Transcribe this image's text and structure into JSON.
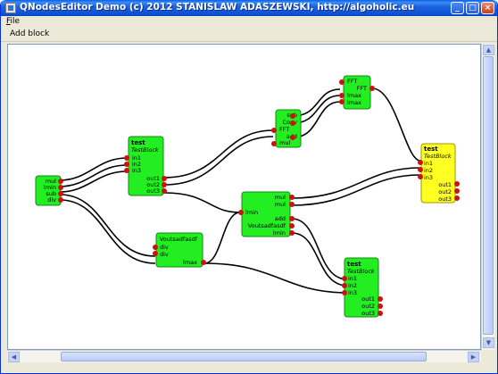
{
  "window": {
    "title": "QNodesEditor Demo (c) 2012 STANISLAW ADASZEWSKI, http://algoholic.eu",
    "minimize_glyph": "_",
    "maximize_glyph": "□",
    "close_glyph": "×"
  },
  "menubar": {
    "file_label": "File"
  },
  "toolbar": {
    "add_block_label": "Add block"
  },
  "colors": {
    "node_green": "#22ee22",
    "node_yellow": "#ffff22",
    "port_red": "#cc1111",
    "wire": "#000000",
    "title_bar": "#0a5ee8"
  },
  "nodes": [
    {
      "id": "in-block",
      "color": "green",
      "ports_left": [],
      "ports_right": [
        "mul",
        "lmin",
        "sub",
        "div"
      ],
      "title": "",
      "subtitle": ""
    },
    {
      "id": "test-1",
      "color": "green",
      "title": "test",
      "subtitle": "TestBlock",
      "ports_left": [
        "in1",
        "in2",
        "in3"
      ],
      "ports_right": [
        "out1",
        "out2",
        "out3"
      ]
    },
    {
      "id": "sub-conv",
      "color": "green",
      "title": "",
      "subtitle": "",
      "ports_left": [
        "FFT",
        "mul"
      ],
      "ports_right": [
        "sub",
        "Conv",
        "add"
      ]
    },
    {
      "id": "fft-block",
      "color": "green",
      "title": "",
      "subtitle": "",
      "ports_left": [
        "FFT",
        "lmax",
        "lmax"
      ],
      "ports_right": [
        "FFT"
      ]
    },
    {
      "id": "test-yellow",
      "color": "yellow",
      "title": "test",
      "subtitle": "TestBlock",
      "ports_left": [
        "in1",
        "in2",
        "in3"
      ],
      "ports_right": [
        "out1",
        "out2",
        "out3"
      ]
    },
    {
      "id": "vout-block",
      "color": "green",
      "title": "",
      "subtitle": "",
      "ports_left": [
        "div",
        "div"
      ],
      "ports_right": [
        "Voutsadfasdf",
        "lmax"
      ]
    },
    {
      "id": "mid-block",
      "color": "green",
      "title": "",
      "subtitle": "",
      "ports_left": [
        "lmin"
      ],
      "ports_right": [
        "mul",
        "mul",
        "add",
        "Voutsadfasdf",
        "lmin"
      ]
    },
    {
      "id": "test-3",
      "color": "green",
      "title": "test",
      "subtitle": "TestBlock",
      "ports_left": [
        "in1",
        "in2",
        "in3"
      ],
      "ports_right": [
        "out1",
        "out2",
        "out3"
      ]
    }
  ]
}
